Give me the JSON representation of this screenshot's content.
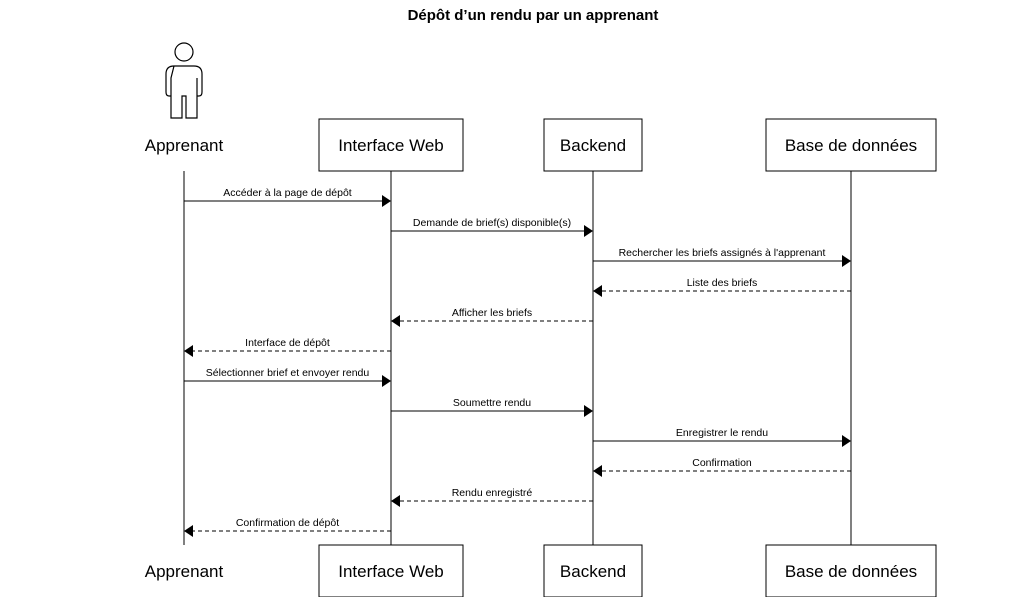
{
  "title": "Dépôt d’un rendu par un apprenant",
  "participants": [
    {
      "id": "apprenant",
      "label": "Apprenant",
      "kind": "actor"
    },
    {
      "id": "web",
      "label": "Interface Web",
      "kind": "box"
    },
    {
      "id": "backend",
      "label": "Backend",
      "kind": "box"
    },
    {
      "id": "db",
      "label": "Base de données",
      "kind": "box"
    }
  ],
  "messages": [
    {
      "from": "apprenant",
      "to": "web",
      "label": "Accéder à la page de dépôt",
      "style": "solid"
    },
    {
      "from": "web",
      "to": "backend",
      "label": "Demande de brief(s) disponible(s)",
      "style": "solid"
    },
    {
      "from": "backend",
      "to": "db",
      "label": "Rechercher les briefs assignés à l'apprenant",
      "style": "solid"
    },
    {
      "from": "db",
      "to": "backend",
      "label": "Liste des briefs",
      "style": "dashed"
    },
    {
      "from": "backend",
      "to": "web",
      "label": "Afficher les briefs",
      "style": "dashed"
    },
    {
      "from": "web",
      "to": "apprenant",
      "label": "Interface de dépôt",
      "style": "dashed"
    },
    {
      "from": "apprenant",
      "to": "web",
      "label": "Sélectionner brief et envoyer rendu",
      "style": "solid"
    },
    {
      "from": "web",
      "to": "backend",
      "label": "Soumettre rendu",
      "style": "solid"
    },
    {
      "from": "backend",
      "to": "db",
      "label": "Enregistrer le rendu",
      "style": "solid"
    },
    {
      "from": "db",
      "to": "backend",
      "label": "Confirmation",
      "style": "dashed"
    },
    {
      "from": "backend",
      "to": "web",
      "label": "Rendu enregistré",
      "style": "dashed"
    },
    {
      "from": "web",
      "to": "apprenant",
      "label": "Confirmation de dépôt",
      "style": "dashed"
    }
  ]
}
